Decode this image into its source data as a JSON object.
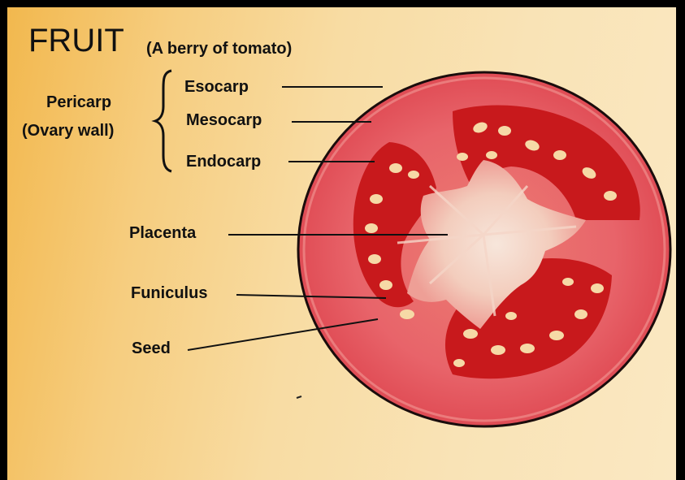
{
  "title": "FRUIT",
  "subtitle": "(A berry of tomato)",
  "group": {
    "line1": "Pericarp",
    "line2": "(Ovary wall)"
  },
  "labels": {
    "esocarp": "Esocarp",
    "mesocarp": "Mesocarp",
    "endocarp": "Endocarp",
    "placenta": "Placenta",
    "funiculus": "Funiculus",
    "seed": "Seed"
  },
  "colors": {
    "background_left": "#f2b84e",
    "background_right": "#fae8c2",
    "pericarp": "#e8595b",
    "locule": "#c8191c",
    "placenta": "#f6dccb",
    "seed": "#f6d9a6",
    "outline": "#1a0c0c"
  }
}
